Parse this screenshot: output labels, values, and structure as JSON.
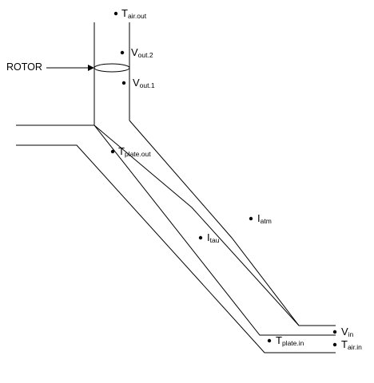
{
  "labels": {
    "rotor": "ROTOR",
    "t_air_out": {
      "main": "T",
      "sub": "air.out"
    },
    "v_out_2": {
      "main": "V",
      "sub": "out.2"
    },
    "v_out_1": {
      "main": "V",
      "sub": "out.1"
    },
    "t_plate_out": {
      "main": "T",
      "sub": "plate.out"
    },
    "i_atm": {
      "main": "I",
      "sub": "atm"
    },
    "i_tau": {
      "main": "I",
      "sub": "tau"
    },
    "t_plate_in": {
      "main": "T",
      "sub": "plate.in"
    },
    "v_in": {
      "main": "V",
      "sub": "in"
    },
    "t_air_in": {
      "main": "T",
      "sub": "air.in"
    }
  }
}
